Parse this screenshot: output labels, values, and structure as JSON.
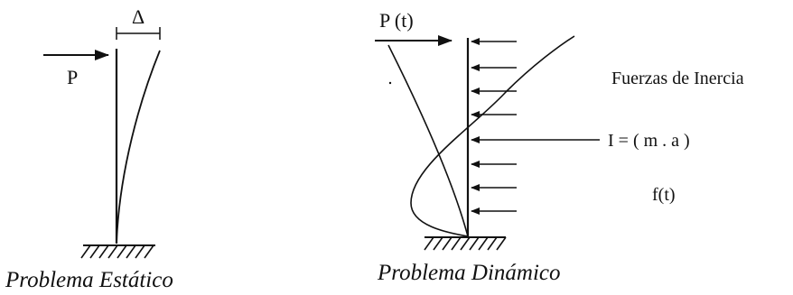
{
  "static_problem": {
    "delta_label": "Δ",
    "load_label": "P",
    "caption": "Problema Estático"
  },
  "dynamic_problem": {
    "load_label": "P (t)",
    "inertia_title": "Fuerzas de Inercia",
    "inertia_formula": "I = ( m . a )",
    "time_function": "f(t)",
    "caption": "Problema Dinámico"
  }
}
